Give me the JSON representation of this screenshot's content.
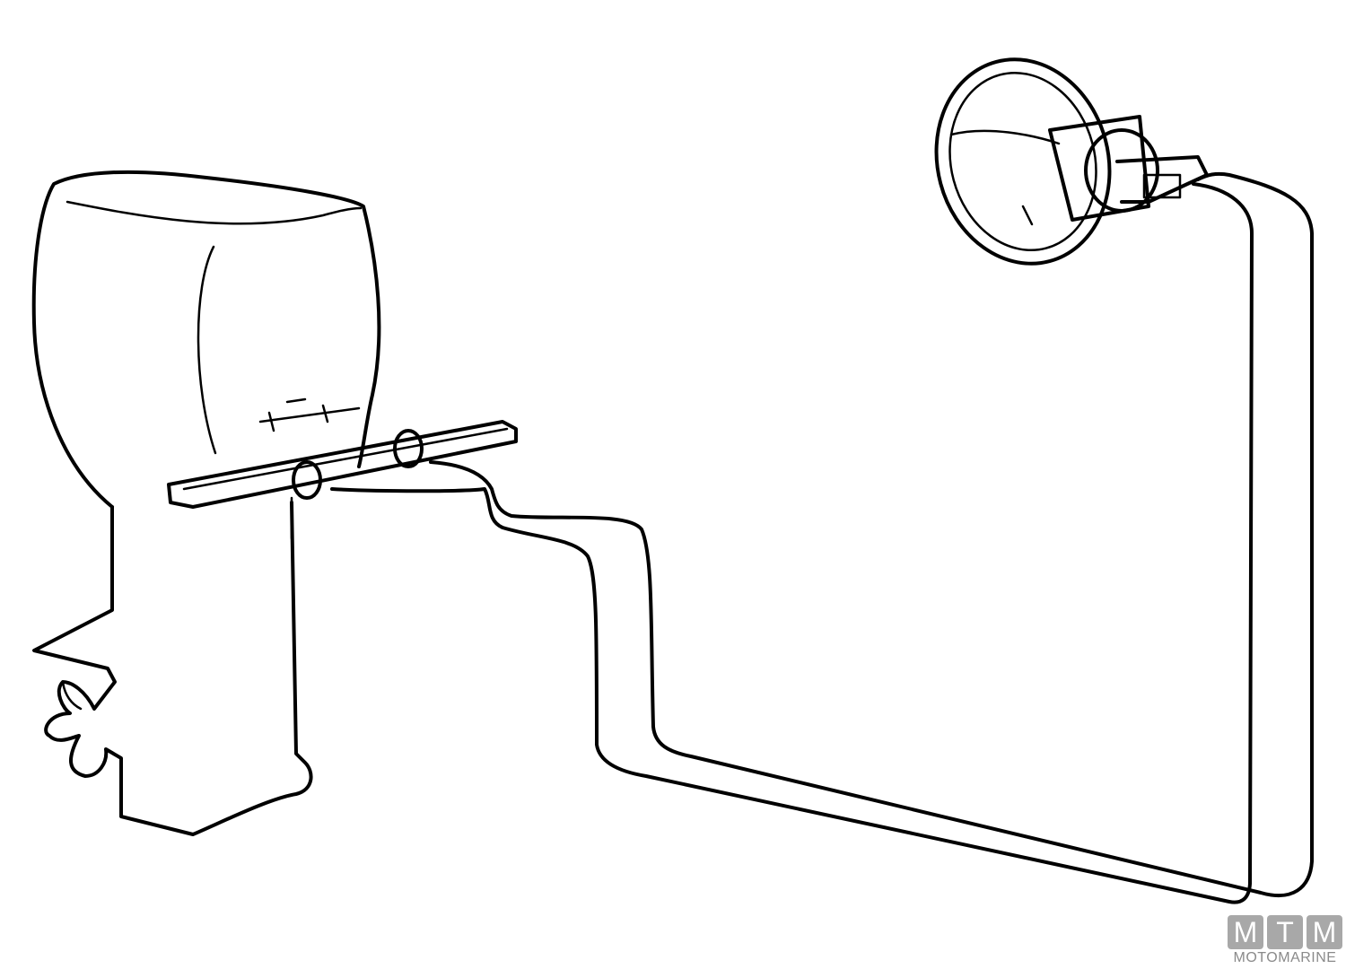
{
  "watermark": {
    "letters": [
      "M",
      "T",
      "M"
    ],
    "subtitle": "MOTOMARINE"
  }
}
